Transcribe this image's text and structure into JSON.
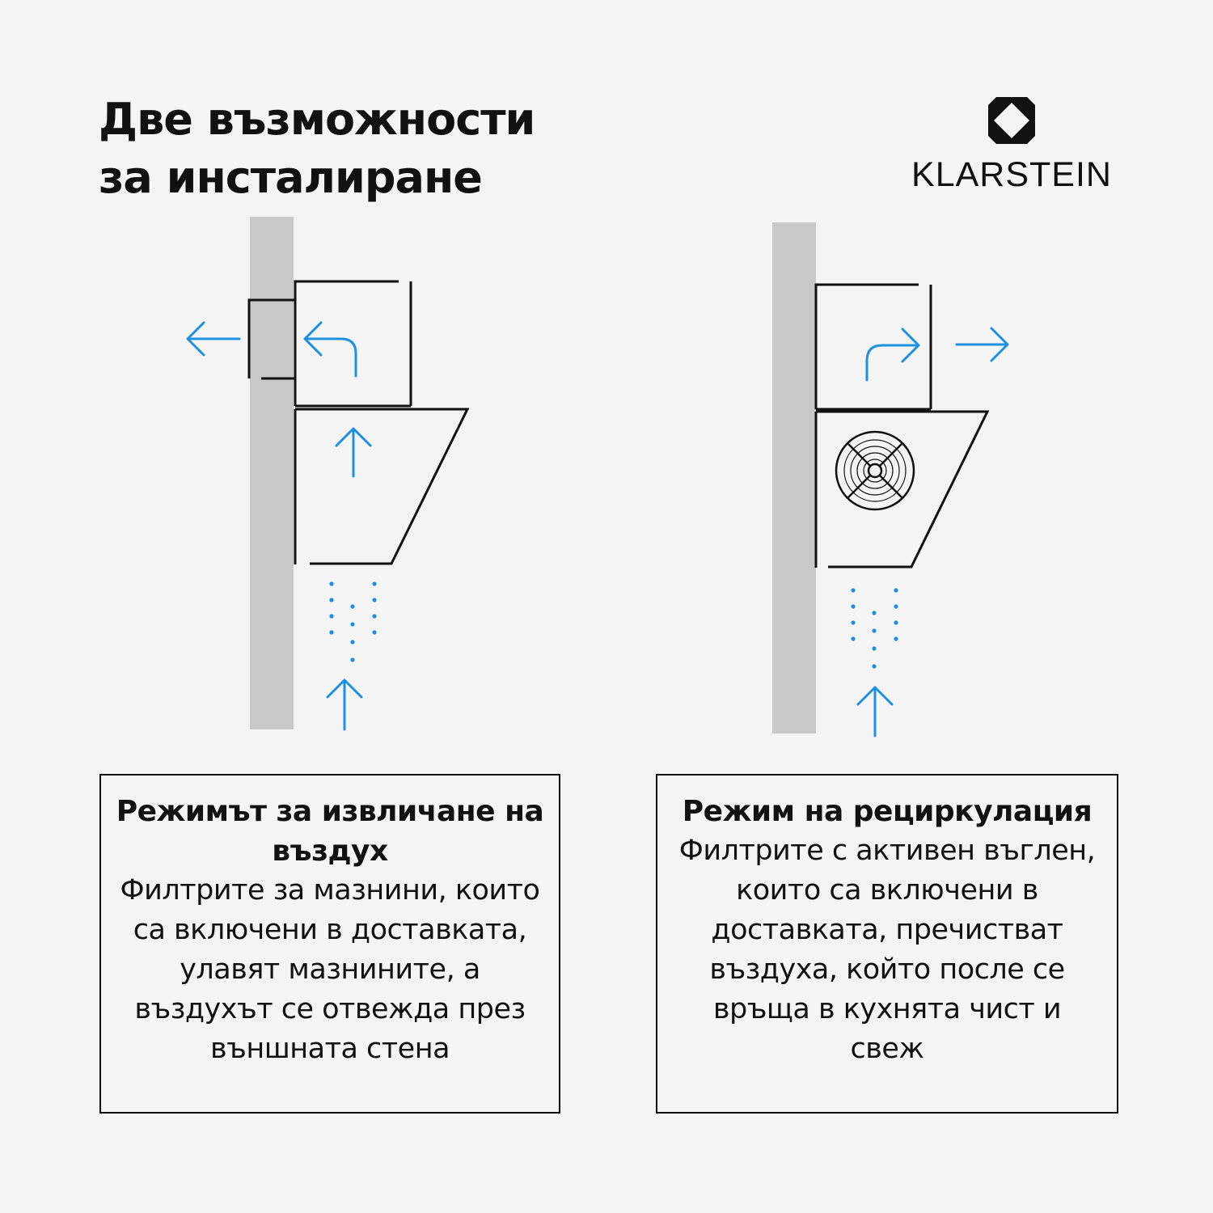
{
  "title": {
    "line1": "Две възможности",
    "line2": "за инсталиране"
  },
  "brand": {
    "name": "KLARSTEIN",
    "logo_icon": "klarstein-diamond-logo"
  },
  "colors": {
    "background": "#f4f4f4",
    "wall": "#c8c8c8",
    "line": "#111111",
    "arrow": "#1f8fe0"
  },
  "modes": [
    {
      "id": "extraction",
      "title": "Режимът за извличане на въздух",
      "description": "Филтрите за мазнини, които са включени в доставката, улавят мазнините, а въздухът се отвежда през външната стена"
    },
    {
      "id": "recirculation",
      "title": "Режим на рециркулация",
      "description": "Филтрите с активен въглен, които са включени в доставката, пречистват въздуха, който после се връща в кухнята чист и свеж"
    }
  ]
}
